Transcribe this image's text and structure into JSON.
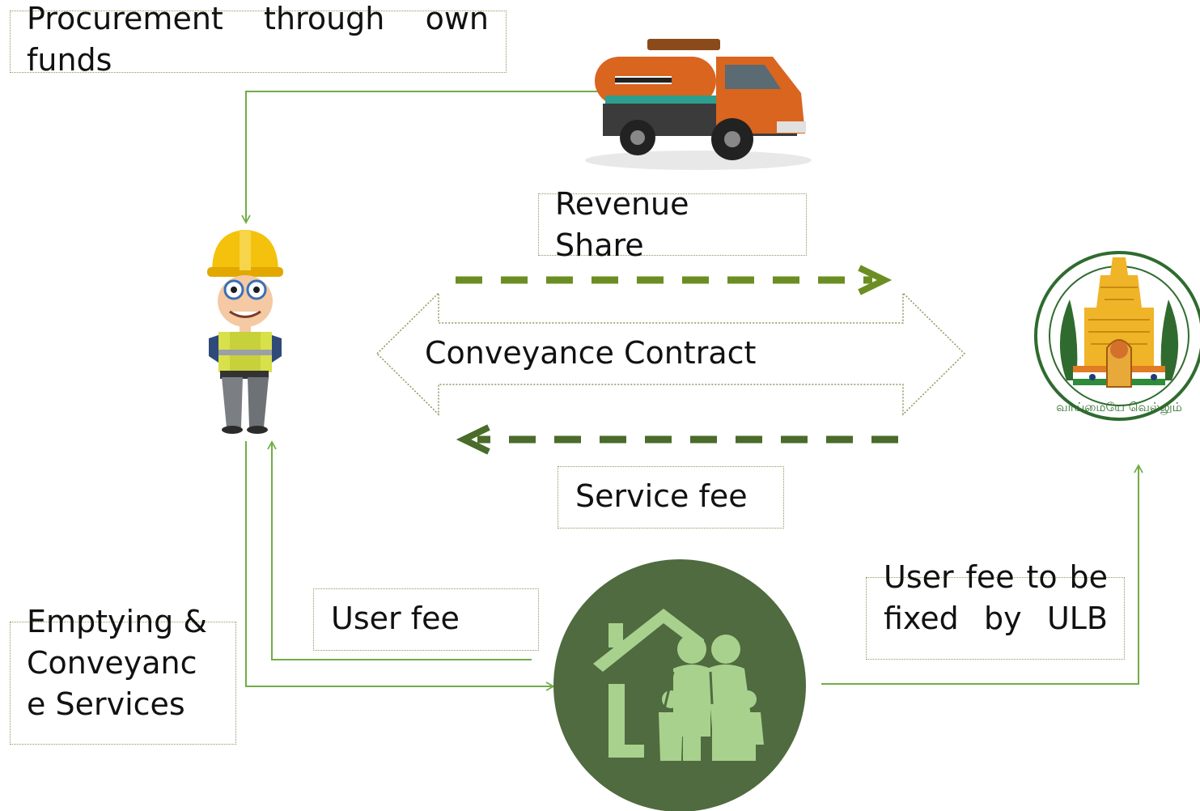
{
  "labels": {
    "procurement": "Procurement through own funds",
    "revenue_share": "Revenue Share",
    "conveyance_contract": "Conveyance Contract",
    "service_fee": "Service fee",
    "user_fee": "User fee",
    "user_fee_fixed": "User fee to be fixed by ULB",
    "emptying": "Emptying & Conveyance Services",
    "emblem_script": "வாய்மையே வெல்லும்"
  },
  "colors": {
    "connector": "#70ad47",
    "dashed_top": "#6b8e23",
    "dashed_bottom": "#4a6b2a",
    "household_circle": "#4f6b3f",
    "household_icon": "#a9d18e",
    "truck_body": "#d9651f"
  },
  "icons": {
    "truck": "septic-tank-truck-icon",
    "operator": "worker-with-helmet-icon",
    "household": "family-house-icon",
    "government": "tamil-nadu-emblem-icon"
  }
}
